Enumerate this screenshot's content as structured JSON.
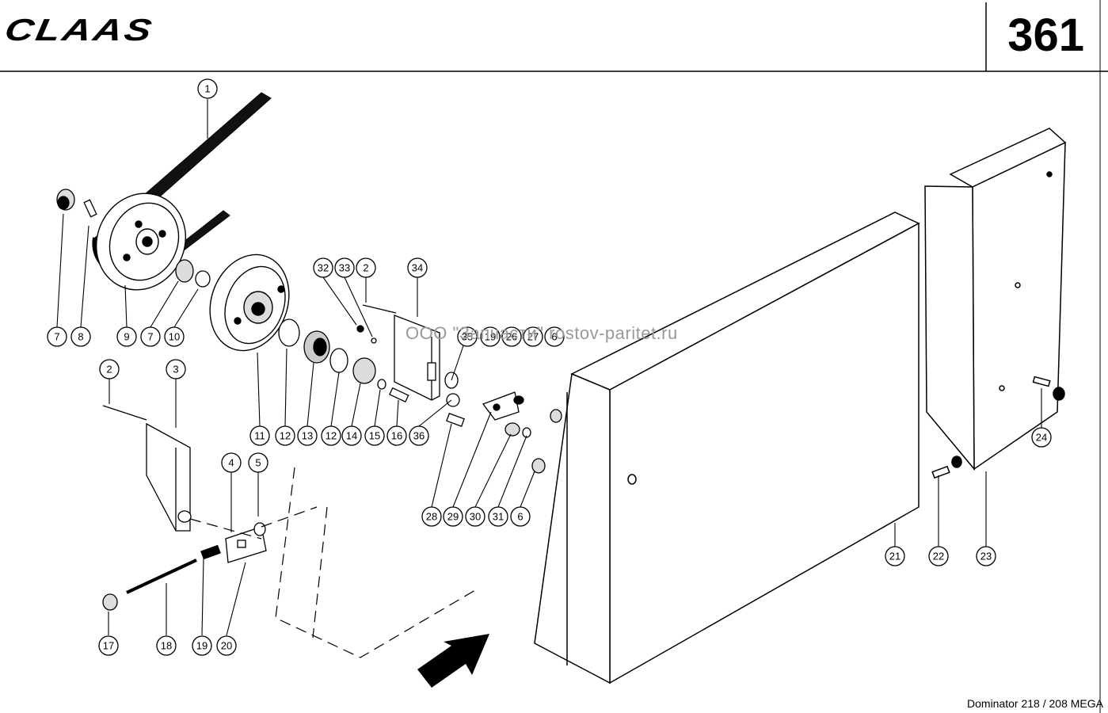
{
  "header": {
    "brand": "CLAAS",
    "page_number": "361"
  },
  "footer": {
    "model": "Dominator 218 / 208 MEGA"
  },
  "watermark": {
    "text": "ООО \"Запчасти\" rostov-paritet.ru"
  },
  "callouts": [
    "1",
    "2",
    "3",
    "4",
    "5",
    "6",
    "7",
    "8",
    "9",
    "10",
    "11",
    "12",
    "13",
    "14",
    "15",
    "16",
    "17",
    "18",
    "19",
    "20",
    "21",
    "22",
    "23",
    "24",
    "28",
    "29",
    "30",
    "31",
    "32",
    "33",
    "34",
    "35",
    "36"
  ]
}
